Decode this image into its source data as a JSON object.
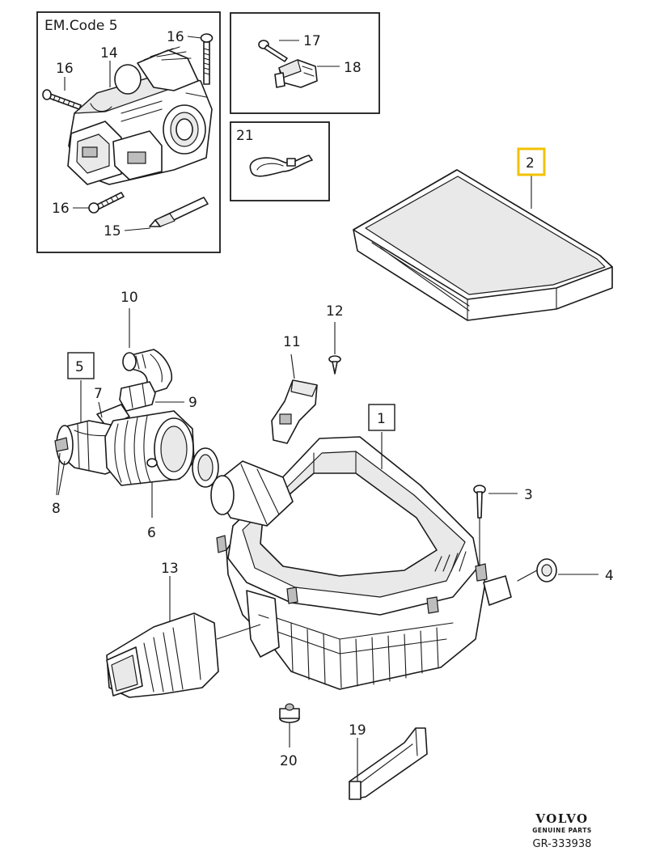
{
  "inset_label": "EM.Code 5",
  "callouts": {
    "c1": "1",
    "c2": "2",
    "c3": "3",
    "c4": "4",
    "c5": "5",
    "c6": "6",
    "c7": "7",
    "c8": "8",
    "c9": "9",
    "c10": "10",
    "c11": "11",
    "c12": "12",
    "c13": "13",
    "c14": "14",
    "c15": "15",
    "c16a": "16",
    "c16b": "16",
    "c16c": "16",
    "c17": "17",
    "c18": "18",
    "c19": "19",
    "c20": "20",
    "c21": "21"
  },
  "highlighted_part": "2",
  "brand": {
    "name": "VOLVO",
    "tagline": "GENUINE PARTS",
    "diagram_code": "GR-333938"
  },
  "colors": {
    "highlight": "#f2c200",
    "line": "#1a1a1a"
  }
}
